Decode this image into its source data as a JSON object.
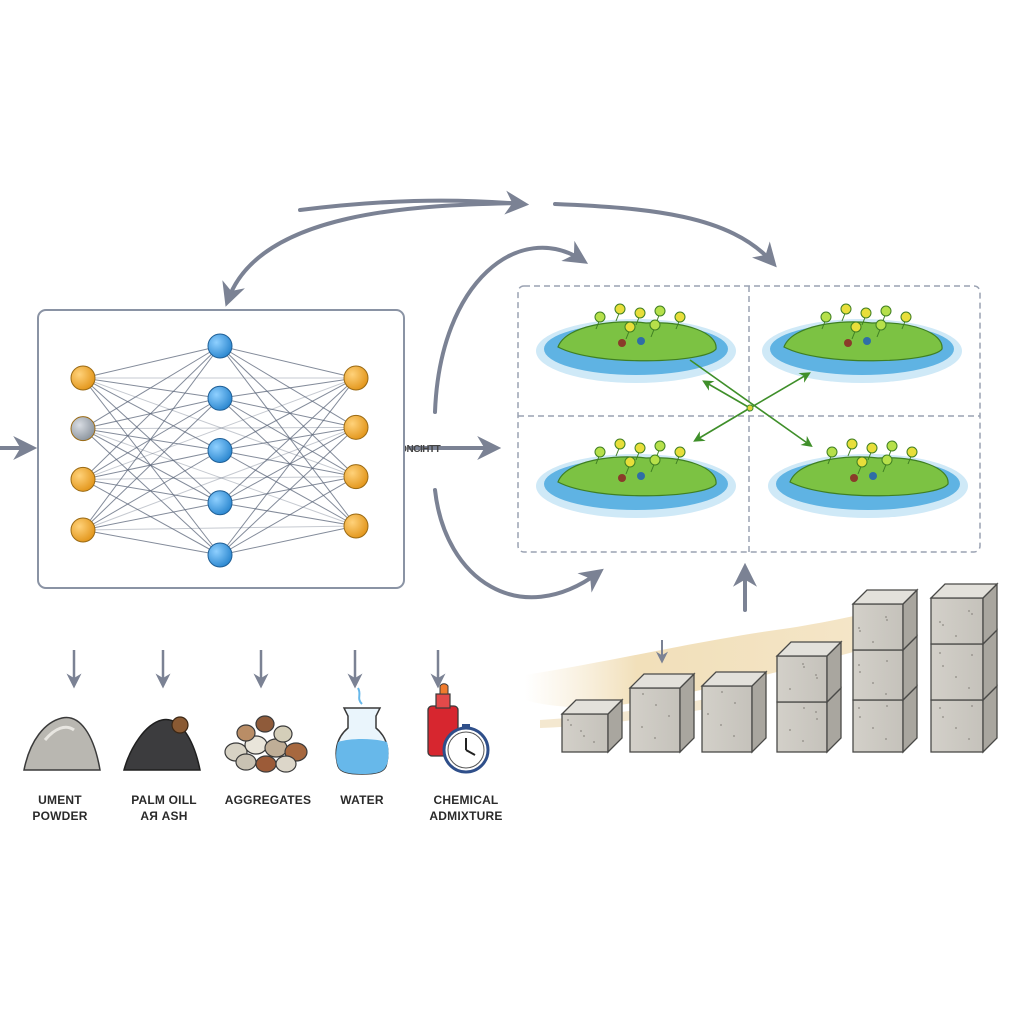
{
  "diagram": {
    "flow_label": "CIIONCIHTT"
  },
  "ingredients": [
    {
      "line1": "UMENT",
      "line2": "POWDER",
      "icon": "cement-pile-icon"
    },
    {
      "line1": "PALM OILL",
      "line2": "AЯ ASH",
      "icon": "ash-pile-icon"
    },
    {
      "line1": "AGGREGATES",
      "line2": "",
      "icon": "aggregate-stones-icon"
    },
    {
      "line1": "WATER",
      "line2": "",
      "icon": "water-beaker-icon"
    },
    {
      "line1": "CHEMICAL",
      "line2": "ADMIXTURE",
      "icon": "admixture-bottle-clock-icon"
    }
  ],
  "neural_network": {
    "input_nodes": 4,
    "hidden_nodes": 5,
    "output_nodes": 4
  },
  "colors": {
    "arrow": "#7b8294",
    "input_node": "#f0a92c",
    "hidden_node": "#3d9be0",
    "output_node": "#f0a92c",
    "island": "#7cc243",
    "water": "#4aa6dc",
    "block": "#d8d6d0"
  }
}
